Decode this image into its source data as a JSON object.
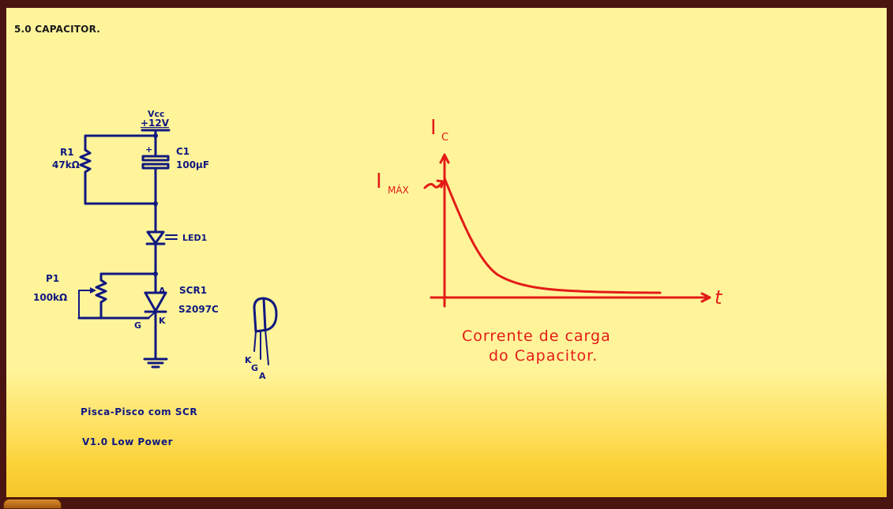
{
  "section_title": "5.0 CAPACITOR.",
  "schematic": {
    "vcc_label": "Vcc",
    "vcc_value": "+12V",
    "r1_name": "R1",
    "r1_value": "47kΩ",
    "c1_name": "C1",
    "c1_value": "100µF",
    "c1_polarity": "+",
    "led_name": "LED1",
    "p1_name": "P1",
    "p1_value": "100kΩ",
    "scr_name": "SCR1",
    "scr_part": "S2097C",
    "pin_a": "A",
    "pin_k": "K",
    "pin_g": "G",
    "pkg_k": "K",
    "pkg_g": "G",
    "pkg_a": "A",
    "caption_line1": "Pisca-Pisco com SCR",
    "caption_line2": "V1.0 Low Power"
  },
  "graph": {
    "y_axis_label": "I",
    "y_axis_subscript": "C",
    "x_axis_label": "t",
    "peak_label": "I",
    "peak_subscript": "MÁX",
    "caption_line1": "Corrente de carga",
    "caption_line2": "do Capacitor."
  },
  "colors": {
    "ink_blue": "#101880",
    "ink_red": "#e41b17",
    "board_yellow": "#fff49a",
    "frame_brown": "#4a1410"
  }
}
